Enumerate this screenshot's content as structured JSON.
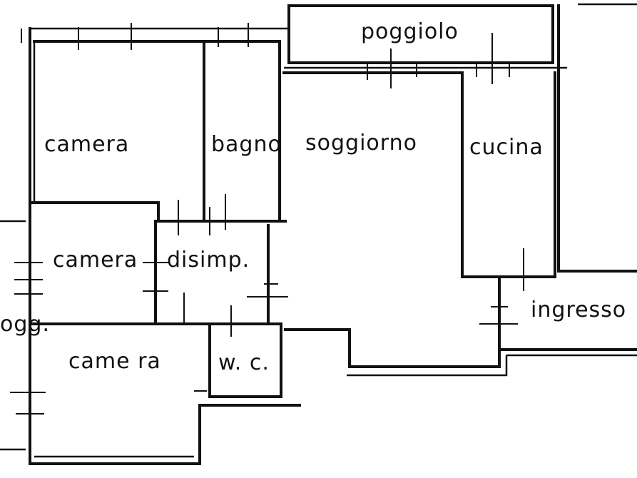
{
  "rooms": {
    "poggiolo": "poggiolo",
    "camera_top": "camera",
    "bagno": "bagno",
    "soggiorno": "soggiorno",
    "cucina": "cucina",
    "camera_mid": "camera",
    "disimp": "disimp.",
    "ingresso": "ingresso",
    "pogg_left": "ogg.",
    "camera_bottom": "came ra",
    "wc": "w. c."
  },
  "colors": {
    "ink": "#111111",
    "paper": "#ffffff"
  }
}
